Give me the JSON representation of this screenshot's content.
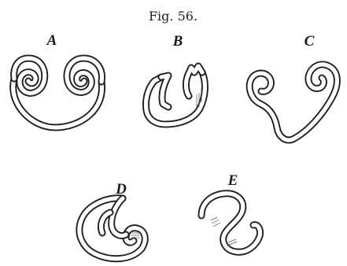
{
  "figure": {
    "caption": "Fig. 56.",
    "panels": [
      {
        "key": "A",
        "label": "A"
      },
      {
        "key": "B",
        "label": "B"
      },
      {
        "key": "C",
        "label": "C"
      },
      {
        "key": "D",
        "label": "D"
      },
      {
        "key": "E",
        "label": "E"
      }
    ],
    "ink_color": "#1f1f1f",
    "background_color": "#ffffff"
  }
}
